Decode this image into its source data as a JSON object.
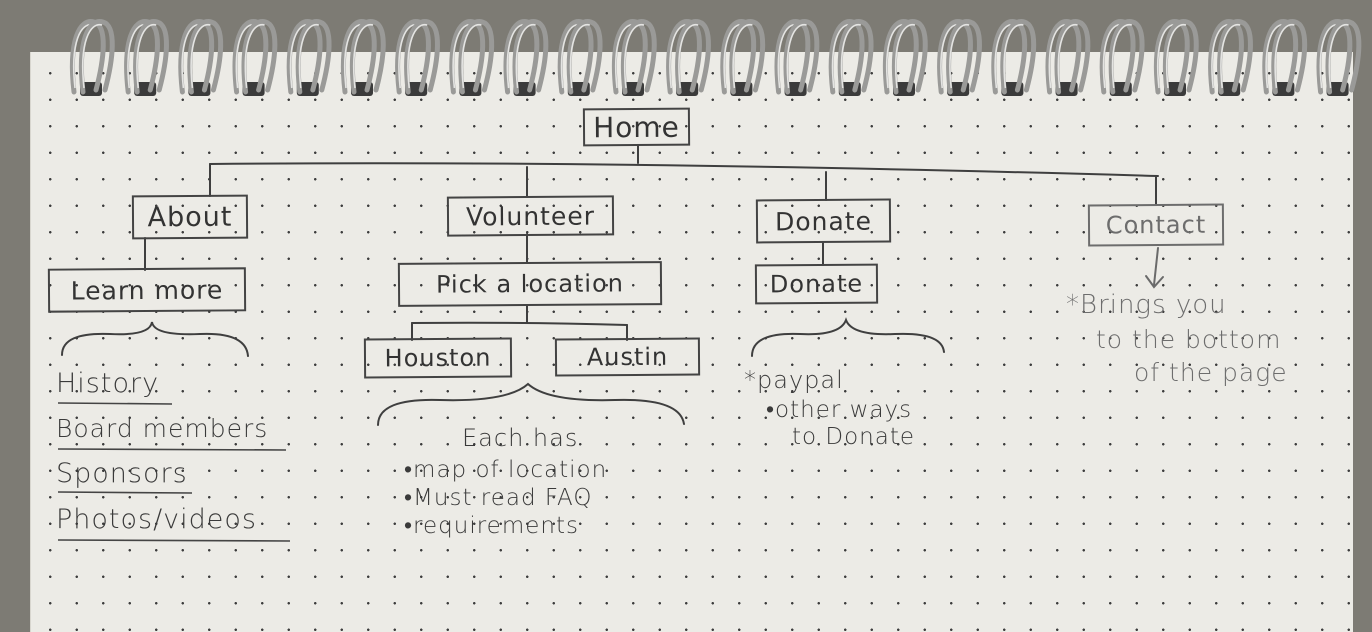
{
  "nodes": {
    "home": "Home",
    "about": "About",
    "learn_more": "Learn more",
    "volunteer": "Volunteer",
    "pick_location": "Pick a location",
    "houston": "Houston",
    "austin": "Austin",
    "donate": "Donate",
    "donate_sub": "Donate",
    "contact": "Contact"
  },
  "about_list": [
    "History",
    "Board members",
    "Sponsors",
    "Photos/videos"
  ],
  "volunteer_notes": {
    "intro": "Each has",
    "items": [
      "•map of location",
      "•Must read FAQ",
      "•requirements"
    ]
  },
  "donate_notes": [
    "*paypal",
    "•other ways",
    "to Donate"
  ],
  "contact_notes": [
    "*Brings you",
    "to the bottom",
    "of the page"
  ],
  "colors": {
    "ink": "#333333",
    "pencil": "#6d6d6d",
    "paper": "#ecebe6"
  }
}
